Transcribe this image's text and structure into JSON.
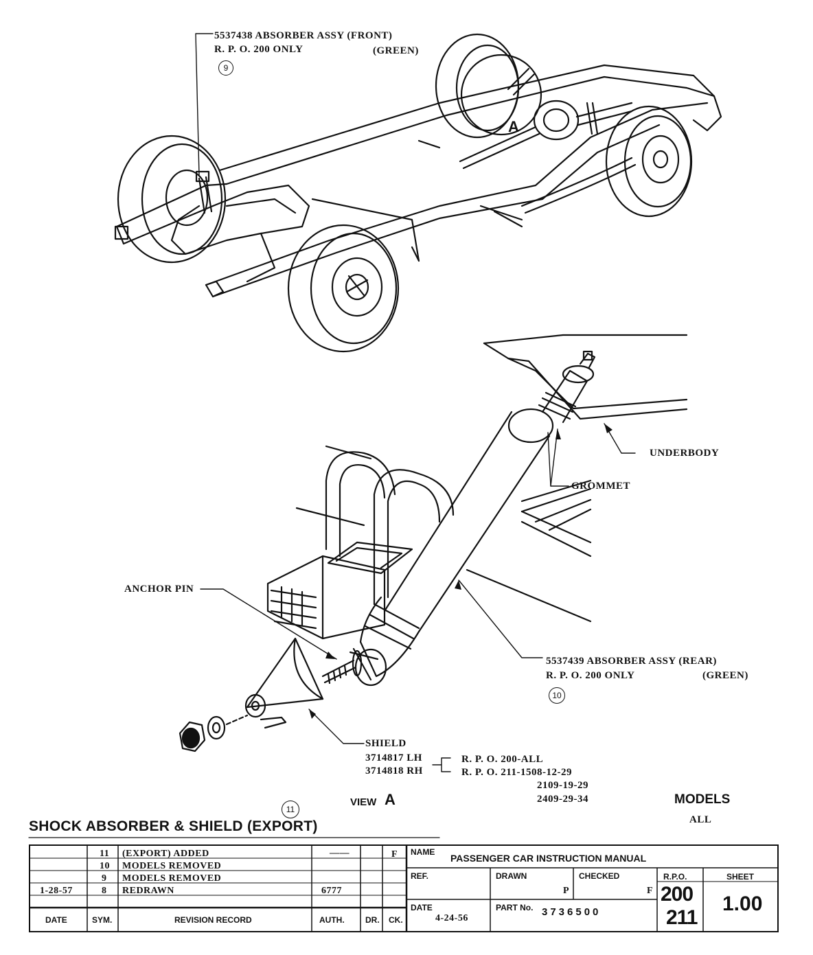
{
  "callouts": {
    "front_absorber": {
      "line1": "5537438 ABSORBER ASSY (FRONT)",
      "line2": "R. P. O. 200 ONLY",
      "color": "(GREEN)",
      "ref": "9"
    },
    "rear_absorber": {
      "line1": "5537439 ABSORBER ASSY (REAR)",
      "line2": "R. P. O.  200 ONLY",
      "color": "(GREEN)",
      "ref": "10"
    },
    "underbody": "UNDERBODY",
    "grommet": "GROMMET",
    "anchor_pin": "ANCHOR PIN",
    "shield": {
      "label": "SHIELD",
      "lh": "3714817 LH",
      "rh": "3714818 RH",
      "rpo_lines": [
        "R. P. O.  200-ALL",
        "R. P. O.  211-1508-12-29",
        "2109-19-29",
        "2409-29-34"
      ]
    },
    "view_ref": "11",
    "view_label": "VIEW",
    "view_letter": "A",
    "detail_letter": "A"
  },
  "models": {
    "heading": "MODELS",
    "value": "ALL"
  },
  "title": "SHOCK ABSORBER & SHIELD (EXPORT)",
  "title_block": {
    "name_label": "NAME",
    "name_value": "PASSENGER CAR INSTRUCTION MANUAL",
    "ref_label": "REF.",
    "drawn_label": "DRAWN",
    "drawn_value": "P",
    "checked_label": "CHECKED",
    "checked_value": "F",
    "rpo_label": "R.P.O.",
    "rpo_values": [
      "200",
      "211"
    ],
    "sheet_label": "SHEET",
    "sheet_value": "1.00",
    "date_label": "DATE",
    "date_value": "4-24-56",
    "part_label": "PART No.",
    "part_value": "3736500"
  },
  "revisions": {
    "headers": [
      "DATE",
      "SYM.",
      "REVISION RECORD",
      "AUTH.",
      "DR.",
      "CK."
    ],
    "rows": [
      {
        "date": "",
        "sym": "11",
        "record": "(EXPORT) ADDED",
        "auth": "——",
        "dr": "",
        "ck": "F"
      },
      {
        "date": "",
        "sym": "10",
        "record": "MODELS  REMOVED",
        "auth": "",
        "dr": "",
        "ck": ""
      },
      {
        "date": "",
        "sym": "9",
        "record": "MODELS  REMOVED",
        "auth": "",
        "dr": "",
        "ck": ""
      },
      {
        "date": "1-28-57",
        "sym": "8",
        "record": "REDRAWN",
        "auth": "6777",
        "dr": "",
        "ck": ""
      }
    ]
  }
}
